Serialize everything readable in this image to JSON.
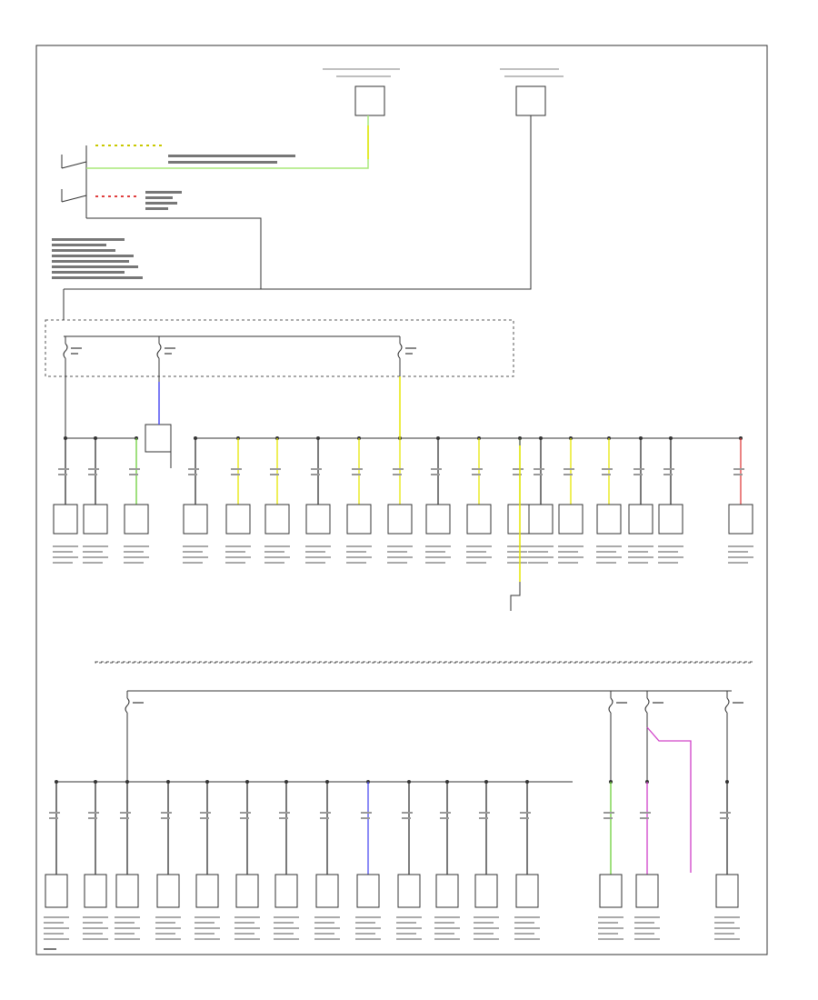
{
  "colors": {
    "frame": "#333333",
    "wire_default": "#333333",
    "wire_green": "#6ccf3a",
    "wire_yellow": "#e6e600",
    "wire_blue": "#4a4af0",
    "wire_red": "#e04040",
    "wire_pink": "#d040c8",
    "wire_lightgreen": "#a8e878"
  },
  "top_components": [
    {
      "id": "c1"
    },
    {
      "id": "c2"
    }
  ],
  "section1": {
    "fuses": [
      {
        "id": "f1"
      },
      {
        "id": "f2"
      },
      {
        "id": "f3"
      }
    ],
    "loads": [
      {
        "id": "L1",
        "wire": "wire_default"
      },
      {
        "id": "L2",
        "wire": "wire_default"
      },
      {
        "id": "L3",
        "wire": "wire_green"
      },
      {
        "id": "L4",
        "wire": "wire_default"
      },
      {
        "id": "L5",
        "wire": "wire_yellow"
      },
      {
        "id": "L6",
        "wire": "wire_yellow"
      },
      {
        "id": "L7",
        "wire": "wire_default"
      },
      {
        "id": "L8",
        "wire": "wire_yellow"
      },
      {
        "id": "L9",
        "wire": "wire_yellow"
      },
      {
        "id": "L10",
        "wire": "wire_default"
      },
      {
        "id": "L11",
        "wire": "wire_yellow"
      },
      {
        "id": "L12",
        "wire": "wire_lightgreen"
      },
      {
        "id": "L13",
        "wire": "wire_default"
      },
      {
        "id": "L14",
        "wire": "wire_yellow"
      },
      {
        "id": "L15",
        "wire": "wire_yellow"
      },
      {
        "id": "L16",
        "wire": "wire_default"
      },
      {
        "id": "L17",
        "wire": "wire_default"
      },
      {
        "id": "L18",
        "wire": "wire_red"
      }
    ]
  },
  "section2": {
    "fuses": [
      {
        "id": "g1"
      },
      {
        "id": "g2"
      },
      {
        "id": "g3"
      },
      {
        "id": "g4"
      }
    ],
    "loads": [
      {
        "id": "M1",
        "wire": "wire_default"
      },
      {
        "id": "M2",
        "wire": "wire_default"
      },
      {
        "id": "M3",
        "wire": "wire_default"
      },
      {
        "id": "M4",
        "wire": "wire_default"
      },
      {
        "id": "M5",
        "wire": "wire_default"
      },
      {
        "id": "M6",
        "wire": "wire_default"
      },
      {
        "id": "M7",
        "wire": "wire_default"
      },
      {
        "id": "M8",
        "wire": "wire_default"
      },
      {
        "id": "M9",
        "wire": "wire_blue"
      },
      {
        "id": "M10",
        "wire": "wire_default"
      },
      {
        "id": "M11",
        "wire": "wire_default"
      },
      {
        "id": "M12",
        "wire": "wire_default"
      },
      {
        "id": "M13",
        "wire": "wire_default"
      },
      {
        "id": "M14",
        "wire": "wire_green"
      },
      {
        "id": "M15",
        "wire": "wire_pink"
      },
      {
        "id": "M16",
        "wire": "wire_default"
      }
    ]
  }
}
